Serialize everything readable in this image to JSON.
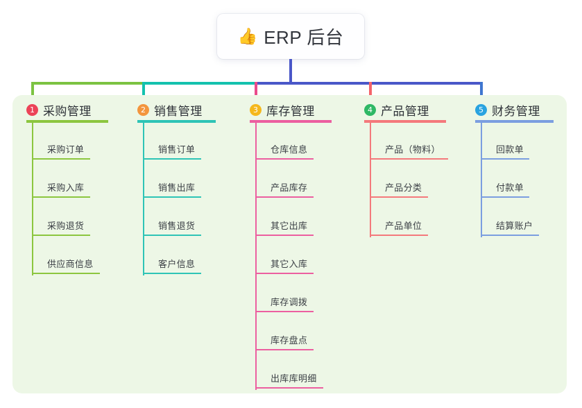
{
  "root": {
    "icon": "thumbs-up-icon",
    "emoji": "👍",
    "title": "ERP 后台"
  },
  "palette": {
    "panel_bg": "#edf7e6",
    "page_bg": "#ffffff",
    "bus_left_green": "#7cc342",
    "bus_teal": "#13c2ae",
    "bus_blue": "#4a57c8",
    "stub_pink": "#ea4b8b",
    "stub_red": "#f4646a",
    "stub_blue": "#3f76d0"
  },
  "branches": [
    {
      "number": "1",
      "title": "采购管理",
      "badge_color": "#ec4358",
      "line_color": "#8cc63f",
      "stub_color": "#7cc342",
      "rule_width": 118,
      "items": [
        {
          "label": "采购订单",
          "rule_width": 84
        },
        {
          "label": "采购入库",
          "rule_width": 84
        },
        {
          "label": "采购退货",
          "rule_width": 84
        },
        {
          "label": "供应商信息",
          "rule_width": 98
        }
      ]
    },
    {
      "number": "2",
      "title": "销售管理",
      "badge_color": "#f3953d",
      "line_color": "#2ec4b6",
      "stub_color": "#13c2ae",
      "rule_width": 113,
      "items": [
        {
          "label": "销售订单",
          "rule_width": 84
        },
        {
          "label": "销售出库",
          "rule_width": 84
        },
        {
          "label": "销售退货",
          "rule_width": 84
        },
        {
          "label": "客户信息",
          "rule_width": 84
        }
      ]
    },
    {
      "number": "3",
      "title": "库存管理",
      "badge_color": "#f5b81c",
      "line_color": "#ec5fa0",
      "stub_color": "#ea4b8b",
      "rule_width": 118,
      "items": [
        {
          "label": "仓库信息",
          "rule_width": 84
        },
        {
          "label": "产品库存",
          "rule_width": 84
        },
        {
          "label": "其它出库",
          "rule_width": 84
        },
        {
          "label": "其它入库",
          "rule_width": 84
        },
        {
          "label": "库存调拨",
          "rule_width": 84
        },
        {
          "label": "库存盘点",
          "rule_width": 84
        },
        {
          "label": "出库库明细",
          "rule_width": 98
        }
      ]
    },
    {
      "number": "4",
      "title": "产品管理",
      "badge_color": "#2eb865",
      "line_color": "#f4797c",
      "stub_color": "#f4646a",
      "rule_width": 118,
      "items": [
        {
          "label": "产品（物料）",
          "rule_width": 113
        },
        {
          "label": "产品分类",
          "rule_width": 84
        },
        {
          "label": "产品单位",
          "rule_width": 84
        }
      ]
    },
    {
      "number": "5",
      "title": "财务管理",
      "badge_color": "#29a3e0",
      "line_color": "#7b9ee0",
      "stub_color": "#3f76d0",
      "rule_width": 113,
      "items": [
        {
          "label": "回款单",
          "rule_width": 70
        },
        {
          "label": "付款单",
          "rule_width": 70
        },
        {
          "label": "结算账户",
          "rule_width": 84
        }
      ]
    }
  ]
}
